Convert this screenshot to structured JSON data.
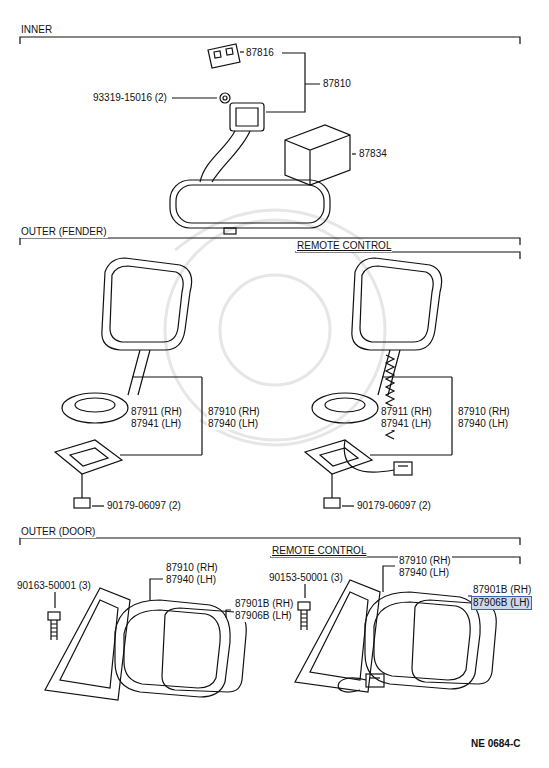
{
  "diagram": {
    "labels": [
      "INNER",
      "87816",
      "87810",
      "93319-15016 (2)",
      "87834",
      "OUTER (FENDER)",
      "REMOTE CONTROL",
      "87911 (RH)",
      "87941 (LH)",
      "87910 (RH)",
      "87940 (LH)",
      "87911 (RH)",
      "87941 (LH)",
      "87910 (RH)",
      "87940 (LH)",
      "90179-06097 (2)",
      "90179-06097 (2)",
      "OUTER (DOOR)",
      "REMOTE CONTROL",
      "90163-50001 (3)",
      "87910 (RH)",
      "87940 (LH)",
      "87901B (RH)",
      "87906B (LH)",
      "90153-50001 (3)",
      "87910 (RH)",
      "87940 (LH)",
      "87901B (RH)",
      "87906B (LH)",
      "NE 0684-C"
    ]
  }
}
